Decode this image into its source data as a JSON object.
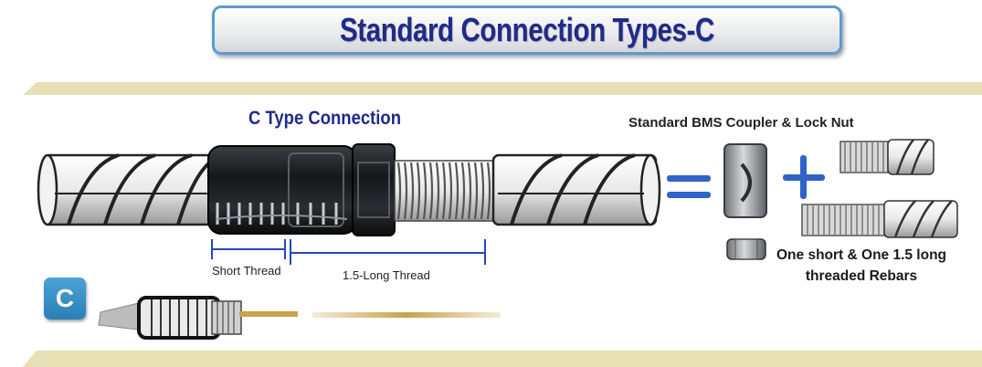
{
  "title": "Standard Connection Types-C",
  "diagram": {
    "connection_title": "C Type Connection",
    "coupler_title": "Standard BMS Coupler & Lock Nut",
    "short_thread_label": "Short Thread",
    "long_thread_label": "1.5-Long Thread",
    "description_line1": "One short & One 1.5 long",
    "description_line2": "threaded Rebars",
    "badge_letter": "C"
  },
  "colors": {
    "title_text": "#1f2a8a",
    "title_border": "#5b9bd5",
    "band": "#e6e0b4",
    "coupler": "#1b1d20",
    "symbol_blue": "#2f63c9",
    "badge": "#3a93cc",
    "gold": "#c8a24a"
  }
}
